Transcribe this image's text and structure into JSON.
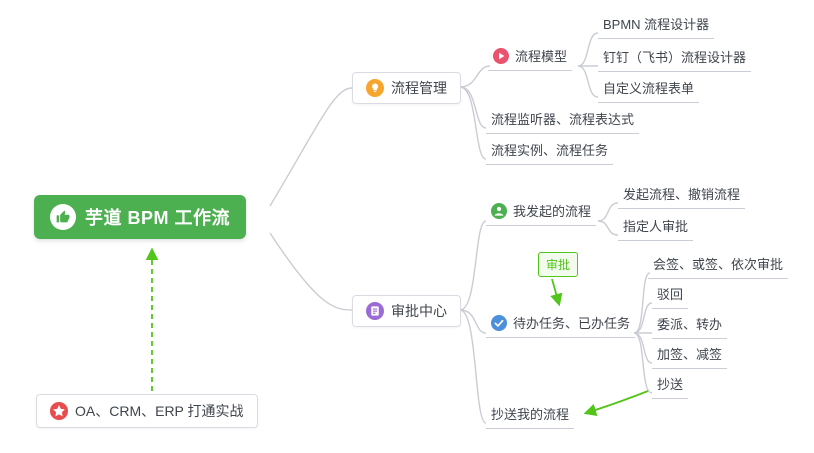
{
  "colors": {
    "root_node_bg": "#4CAF50",
    "connector_gray": "#c9cdd3",
    "arrow_green": "#52C41A",
    "process_management_icon": "#F7A52C",
    "process_model_icon": "#E8536E",
    "approval_center_icon": "#9B6BD6",
    "my_initiated_icon": "#4CAF50",
    "todo_icon": "#4C8FDB",
    "note_star_icon": "#E84C4C"
  },
  "mindmap": {
    "root": {
      "label": "芋道 BPM 工作流"
    },
    "process_management": {
      "label": "流程管理",
      "process_model": {
        "label": "流程模型",
        "items": [
          "BPMN 流程设计器",
          "钉钉（飞书）流程设计器",
          "自定义流程表单"
        ]
      },
      "listener": {
        "label": "流程监听器、流程表达式"
      },
      "instance": {
        "label": "流程实例、流程任务"
      }
    },
    "approval_center": {
      "label": "审批中心",
      "my_initiated": {
        "label": "我发起的流程",
        "items": [
          "发起流程、撤销流程",
          "指定人审批"
        ]
      },
      "tasks": {
        "label": "待办任务、已办任务",
        "items": [
          "会签、或签、依次审批",
          "驳回",
          "委派、转办",
          "加签、减签",
          "抄送"
        ]
      },
      "cc_my_process": {
        "label": "抄送我的流程"
      }
    },
    "approval_tag": {
      "label": "审批"
    },
    "bottom_note": {
      "label": "OA、CRM、ERP 打通实战"
    }
  }
}
